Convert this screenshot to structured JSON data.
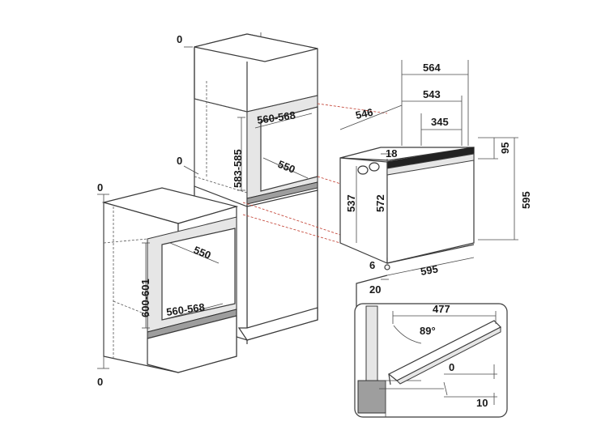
{
  "labels": {
    "zero_top_tall": "0",
    "zero_mid_tall": "0",
    "zero_left_top": "0",
    "zero_left_bottom": "0",
    "tall_opening_width": "560-568",
    "tall_opening_height": "583-585",
    "tall_opening_depth": "550",
    "low_opening_depth": "550",
    "low_opening_height": "600-601",
    "low_opening_width": "560-568",
    "oven_depth_total": "564",
    "oven_depth_body": "543",
    "oven_depth_side": "546",
    "oven_depth_back": "345",
    "oven_top_offset": "18",
    "oven_panel_height": "95",
    "oven_total_height": "595",
    "oven_side_height": "537",
    "oven_body_height": "572",
    "oven_width": "595",
    "oven_bottom_gap": "6",
    "oven_front_gap": "20",
    "door_clearance": "477",
    "door_angle": "89°",
    "door_gap_zero": "0",
    "door_gap_ten": "10"
  }
}
